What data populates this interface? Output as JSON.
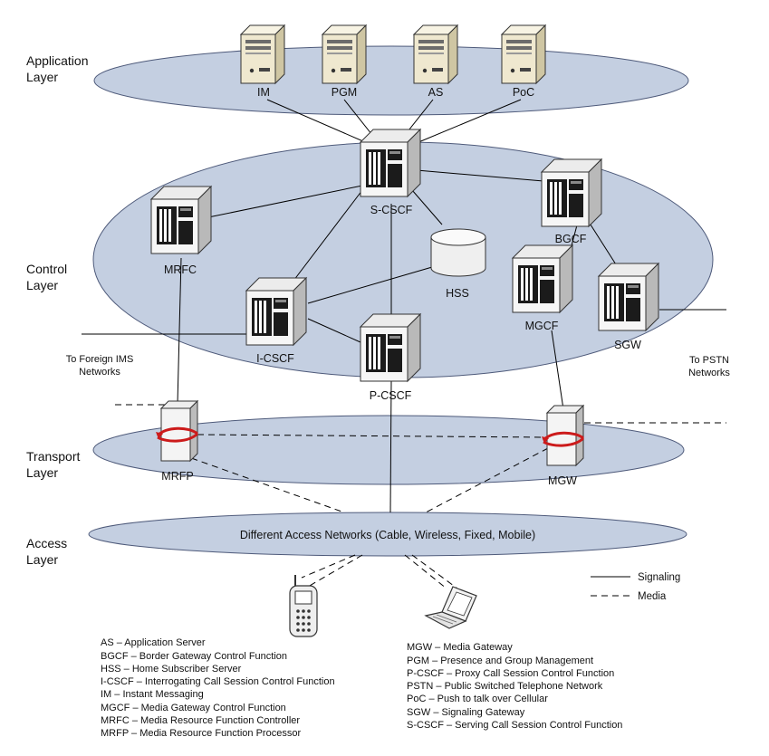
{
  "layers": {
    "application": [
      "Application",
      "Layer"
    ],
    "control": [
      "Control",
      "Layer"
    ],
    "transport": [
      "Transport",
      "Layer"
    ],
    "access": [
      "Access",
      "Layer"
    ]
  },
  "nodes": {
    "im": "IM",
    "pgm": "PGM",
    "as": "AS",
    "poc": "PoC",
    "s_cscf": "S-CSCF",
    "mrfc": "MRFC",
    "bgcf": "BGCF",
    "hss": "HSS",
    "mgcf": "MGCF",
    "sgw": "SGW",
    "i_cscf": "I-CSCF",
    "p_cscf": "P-CSCF",
    "mrfp": "MRFP",
    "mgw": "MGW"
  },
  "access_networks": "Different Access Networks (Cable, Wireless, Fixed, Mobile)",
  "notes": {
    "foreign_ims": [
      "To Foreign IMS",
      "Networks"
    ],
    "pstn": [
      "To PSTN",
      "Networks"
    ]
  },
  "legend": {
    "signaling": "Signaling",
    "media": "Media"
  },
  "glossary_left": [
    "AS – Application Server",
    "BGCF – Border Gateway Control Function",
    "HSS – Home Subscriber Server",
    "I-CSCF – Interrogating Call Session Control Function",
    "IM – Instant Messaging",
    "MGCF – Media Gateway Control Function",
    "MRFC – Media Resource Function Controller",
    "MRFP – Media Resource Function Processor"
  ],
  "glossary_right": [
    "MGW – Media Gateway",
    "PGM – Presence and Group Management",
    "P-CSCF – Proxy Call Session Control Function",
    "PSTN – Public Switched Telephone Network",
    "PoC – Push to talk over Cellular",
    "SGW – Signaling Gateway",
    "S-CSCF – Serving Call Session Control Function"
  ],
  "colors": {
    "ellipse_fill": "#c4cfe1",
    "ellipse_stroke": "#4e5a7a",
    "server_body": "#f1ecd6",
    "server_side": "#d7cfae",
    "node_face": "#f4f4f4",
    "node_side": "#bdbdbd",
    "line": "#000000",
    "accent_red": "#cc1b1b"
  },
  "icons": {
    "application_server": "tower-server-icon",
    "control_node": "switch-cube-icon",
    "database": "database-cylinder-icon",
    "media_node": "media-processor-icon",
    "mobile": "mobile-phone-icon",
    "laptop": "laptop-icon"
  }
}
